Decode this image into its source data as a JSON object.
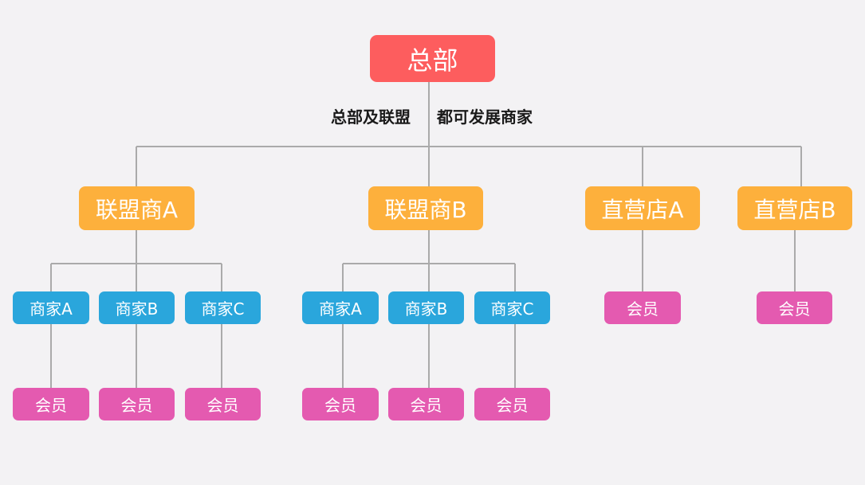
{
  "colors": {
    "background": "#f3f2f4",
    "line": "#aaaaaa",
    "hq": "#fd5d5e",
    "alliance": "#fdb03c",
    "direct_store": "#fdb03c",
    "merchant": "#2aa6dc",
    "member": "#e45ab0"
  },
  "diagram": {
    "headquarters": {
      "label": "总部"
    },
    "note": {
      "part1": "总部及联盟",
      "part2": "都可发展商家"
    },
    "alliances": [
      {
        "label": "联盟商A",
        "merchants": [
          {
            "label": "商家A",
            "member": "会员"
          },
          {
            "label": "商家B",
            "member": "会员"
          },
          {
            "label": "商家C",
            "member": "会员"
          }
        ]
      },
      {
        "label": "联盟商B",
        "merchants": [
          {
            "label": "商家A",
            "member": "会员"
          },
          {
            "label": "商家B",
            "member": "会员"
          },
          {
            "label": "商家C",
            "member": "会员"
          }
        ]
      }
    ],
    "direct_stores": [
      {
        "label": "直营店A",
        "member": "会员"
      },
      {
        "label": "直营店B",
        "member": "会员"
      }
    ]
  }
}
